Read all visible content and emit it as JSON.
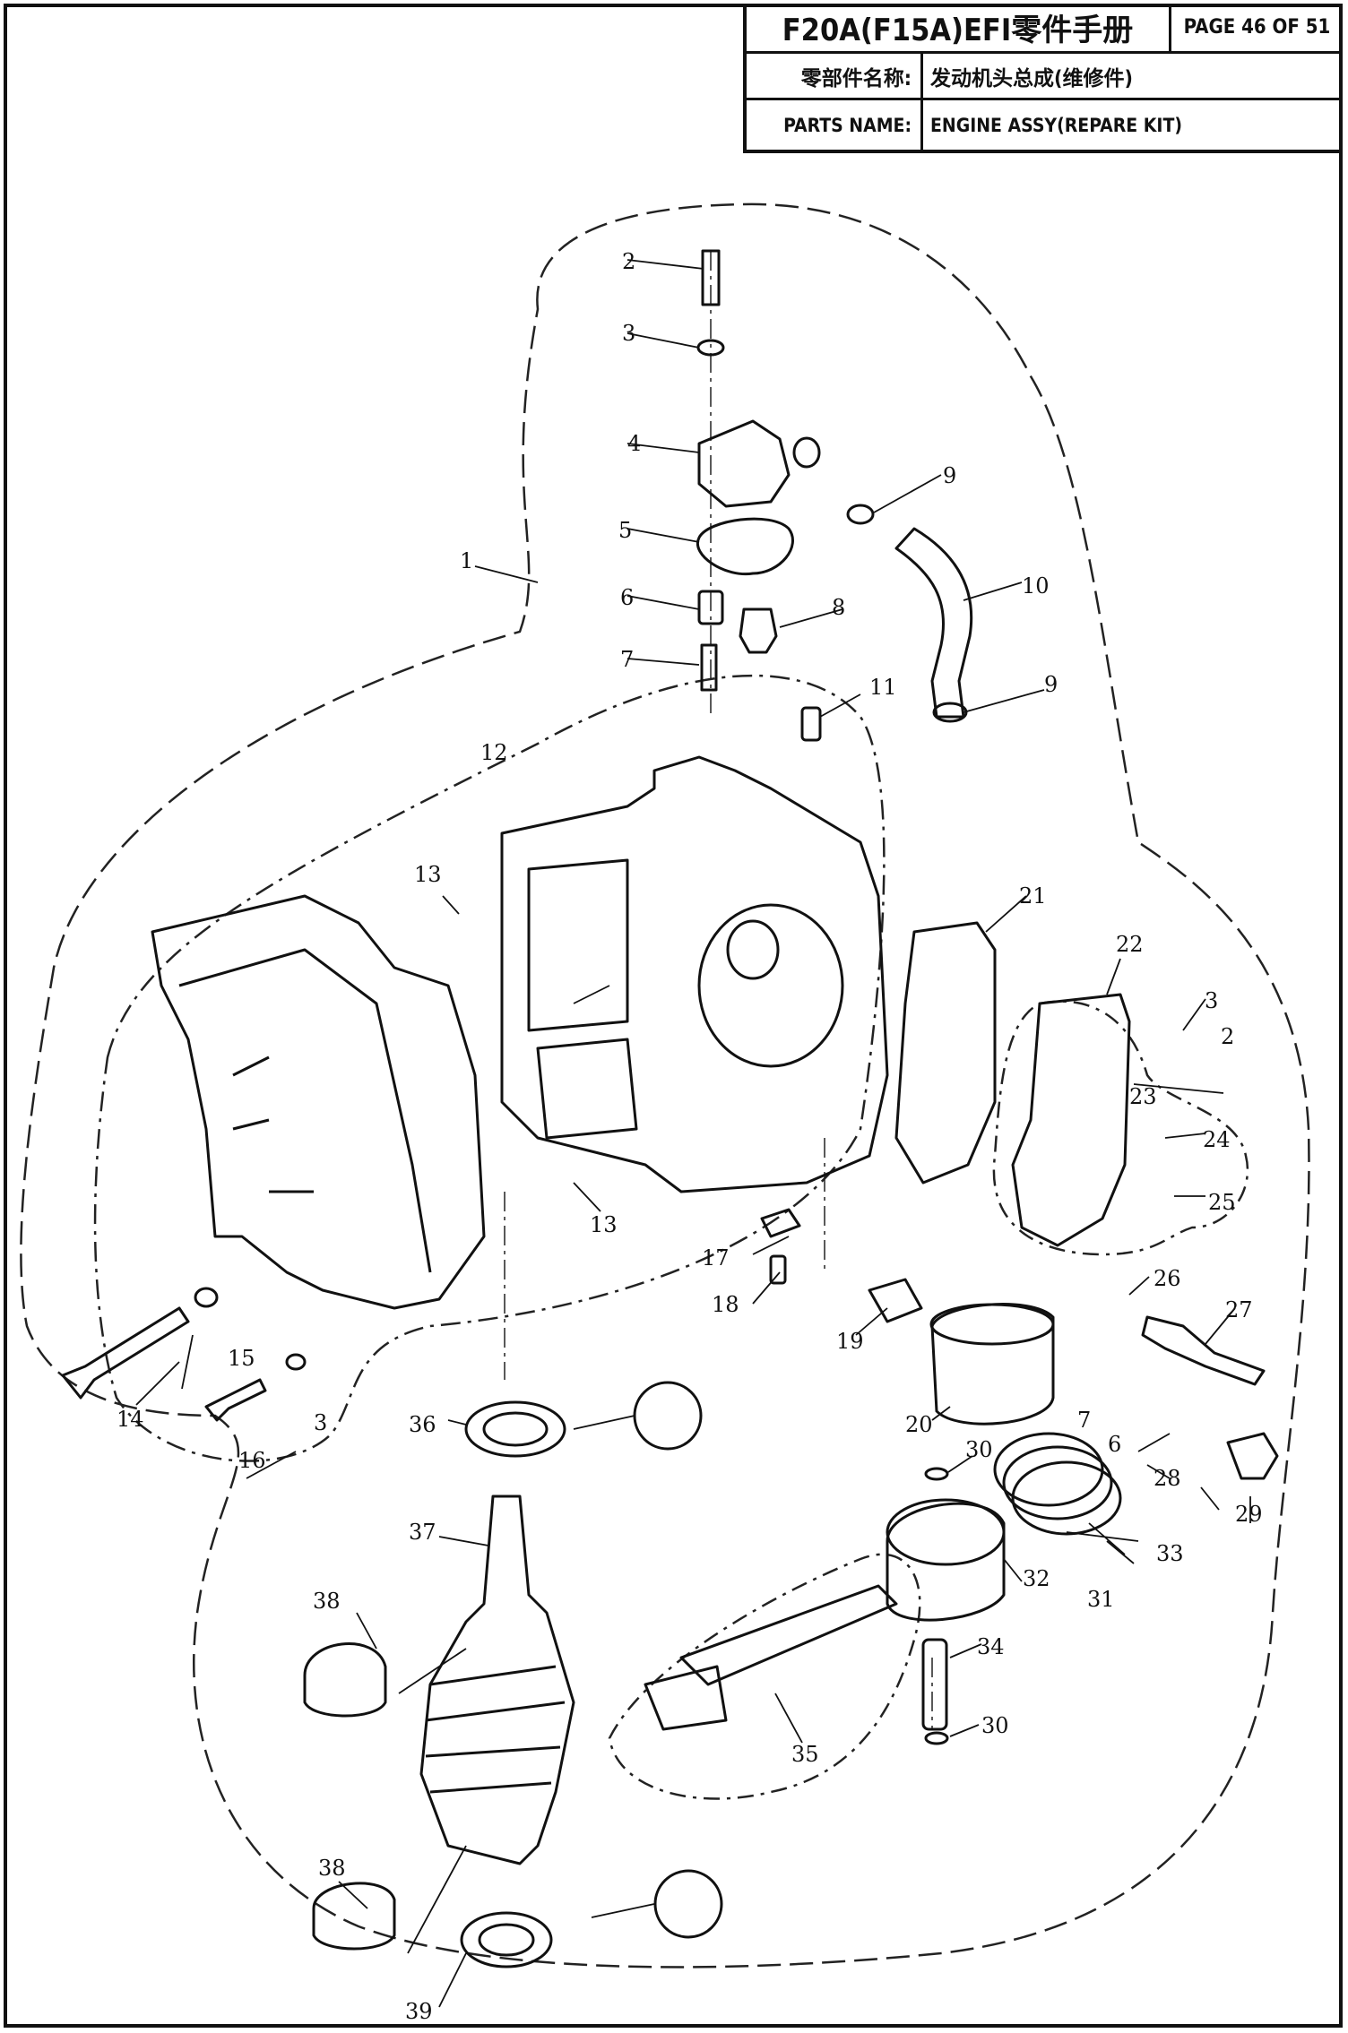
{
  "title_block": {
    "title": "F20A(F15A)EFI零件手册",
    "page": "PAGE 46 OF 51",
    "label_cn": "零部件名称:",
    "value_cn": "发动机头总成(维修件)",
    "label_en": "PARTS NAME:",
    "value_en": "ENGINE ASSY(REPARE KIT)"
  },
  "callouts": {
    "c1": "1",
    "c2a": "2",
    "c2b": "2",
    "c3a": "3",
    "c3b": "3",
    "c3c": "3",
    "c4": "4",
    "c5": "5",
    "c6a": "6",
    "c6b": "6",
    "c7a": "7",
    "c7b": "7",
    "c8": "8",
    "c9a": "9",
    "c9b": "9",
    "c10": "10",
    "c11": "11",
    "c12": "12",
    "c13a": "13",
    "c13b": "13",
    "c14": "14",
    "c15": "15",
    "c16": "16",
    "c17": "17",
    "c18": "18",
    "c19": "19",
    "c20": "20",
    "c21": "21",
    "c22": "22",
    "c23": "23",
    "c24": "24",
    "c25": "25",
    "c26": "26",
    "c27": "27",
    "c28": "28",
    "c29": "29",
    "c30a": "30",
    "c30b": "30",
    "c31": "31",
    "c32": "32",
    "c33": "33",
    "c34": "34",
    "c35": "35",
    "c36": "36",
    "c37": "37",
    "c38a": "38",
    "c38b": "38",
    "c39": "39"
  }
}
